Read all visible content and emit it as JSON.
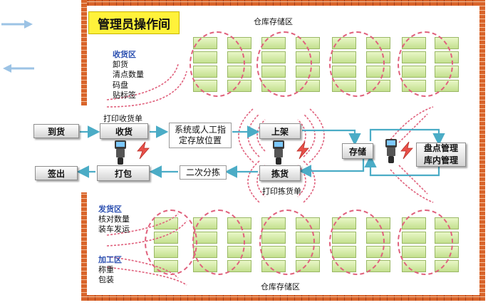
{
  "title": "管理员操作间",
  "storage_top_label": "仓库存储区",
  "storage_bottom_label": "仓库存储区",
  "receiving_zone": {
    "title": "收货区",
    "items": [
      "卸货",
      "清点数量",
      "码盘",
      "贴标签"
    ]
  },
  "shipping_zone": {
    "title": "发货区",
    "items": [
      "核对数量",
      "装车发运"
    ]
  },
  "processing_zone": {
    "title": "加工区",
    "items": [
      "称重",
      "包装"
    ]
  },
  "flow": {
    "arrival": "到货",
    "receive": "收货",
    "print_receipt": "打印收货单",
    "assign_location": "系统或人工指定存放位置",
    "shelve": "上架",
    "store": "存储",
    "inventory": "盘点管理库内管理",
    "pick": "拣货",
    "print_pick": "打印拣货单",
    "secondary_sort": "二次分拣",
    "pack": "打包",
    "sign_out": "签出"
  },
  "colors": {
    "brick": "#d9642a",
    "arrow": "#4bacc6",
    "title_bg": "#fff23a",
    "zone_title": "#2b4fb0",
    "rack": "#c3e08e",
    "dashed_circle": "#e0607c",
    "bolt": "#e8514a"
  },
  "icons": [
    "left-arrow-icon",
    "right-arrow-icon",
    "barcode-scanner-icon",
    "lightning-bolt-icon"
  ]
}
